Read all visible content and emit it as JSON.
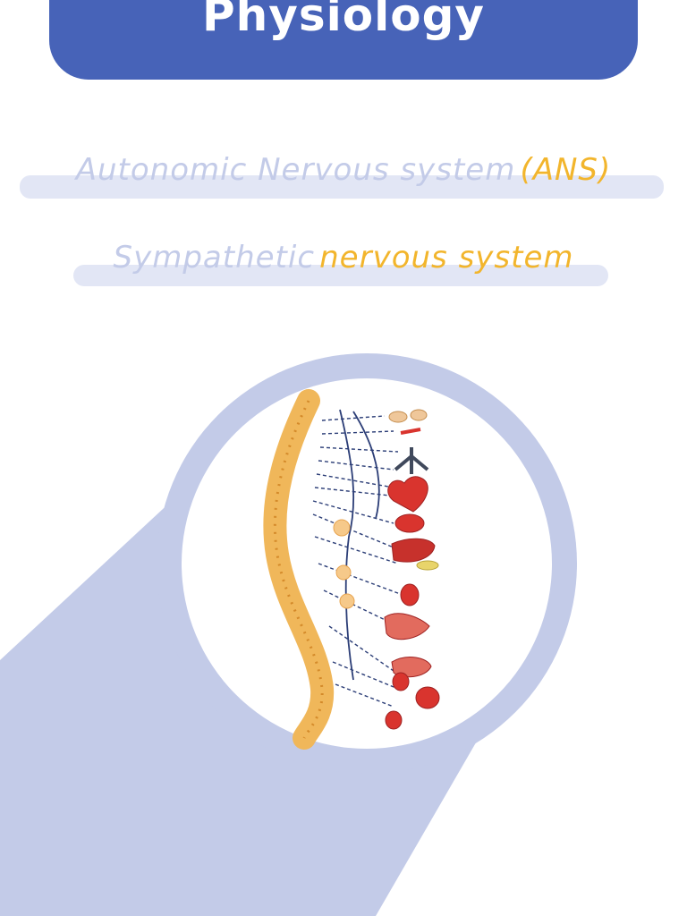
{
  "header": {
    "title": "Physiology"
  },
  "headings": {
    "line1": {
      "part1": "Autonomic Nervous system",
      "part2": "(ANS)"
    },
    "line2": {
      "part1": "Sympathetic",
      "part2": "nervous system"
    }
  },
  "illustration": {
    "subject": "sympathetic-nervous-system-diagram",
    "colors": {
      "band": "#c3cbe8",
      "spine": "#f0b75a",
      "nerve": "#2c3e77",
      "organ": "#d9342e",
      "header": "#4763b8",
      "accent_text": "#f2b52c",
      "muted_text": "#c3cbe8"
    }
  }
}
